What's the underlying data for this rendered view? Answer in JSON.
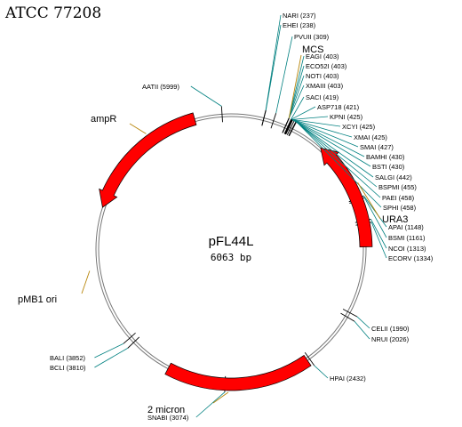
{
  "title": "ATCC 77208",
  "plasmid": {
    "name": "pFL44L",
    "size_label": "6063 bp",
    "length": 6063
  },
  "colors": {
    "feature": "#ff0000",
    "site_leader": "#008080",
    "feature_leader": "#b8860b",
    "backbone": "#888888"
  },
  "features": [
    {
      "id": "mcs",
      "label": "MCS",
      "position": 403
    },
    {
      "id": "ura3",
      "label": "URA3",
      "start": 700,
      "end": 1500
    },
    {
      "id": "two-micron",
      "label": "2 micron",
      "start": 2450,
      "end": 3500
    },
    {
      "id": "pmb1-ori",
      "label": "pMB1 ori",
      "position": 4400
    },
    {
      "id": "ampr",
      "label": "ampR",
      "start": 5800,
      "end": 4850
    }
  ],
  "sites": [
    {
      "label": "NARI (237)",
      "position": 237
    },
    {
      "label": "EHEI (238)",
      "position": 238
    },
    {
      "label": "PVUII (309)",
      "position": 309
    },
    {
      "label": "EAGI (403)",
      "position": 403
    },
    {
      "label": "ECO52I (403)",
      "position": 403
    },
    {
      "label": "NOTI (403)",
      "position": 403
    },
    {
      "label": "XMAIII (403)",
      "position": 403
    },
    {
      "label": "SACI (419)",
      "position": 419
    },
    {
      "label": "ASP718 (421)",
      "position": 421
    },
    {
      "label": "KPNI (425)",
      "position": 425
    },
    {
      "label": "XCYI (425)",
      "position": 425
    },
    {
      "label": "XMAI (425)",
      "position": 425
    },
    {
      "label": "SMAI (427)",
      "position": 427
    },
    {
      "label": "BAMHI (430)",
      "position": 430
    },
    {
      "label": "BSTI (430)",
      "position": 430
    },
    {
      "label": "SALGI (442)",
      "position": 442
    },
    {
      "label": "BSPMI (455)",
      "position": 455
    },
    {
      "label": "PAEI (458)",
      "position": 458
    },
    {
      "label": "SPHI (458)",
      "position": 458
    },
    {
      "label": "APAI (1148)",
      "position": 1148
    },
    {
      "label": "BSMI (1161)",
      "position": 1161
    },
    {
      "label": "NCOI (1313)",
      "position": 1313
    },
    {
      "label": "ECORV (1334)",
      "position": 1334
    },
    {
      "label": "CELII (1990)",
      "position": 1990
    },
    {
      "label": "NRUI (2026)",
      "position": 2026
    },
    {
      "label": "HPAI (2432)",
      "position": 2432
    },
    {
      "label": "SNABI (3074)",
      "position": 3074
    },
    {
      "label": "BCLI (3810)",
      "position": 3810
    },
    {
      "label": "BALI (3852)",
      "position": 3852
    },
    {
      "label": "AATII (5999)",
      "position": 5999
    }
  ]
}
